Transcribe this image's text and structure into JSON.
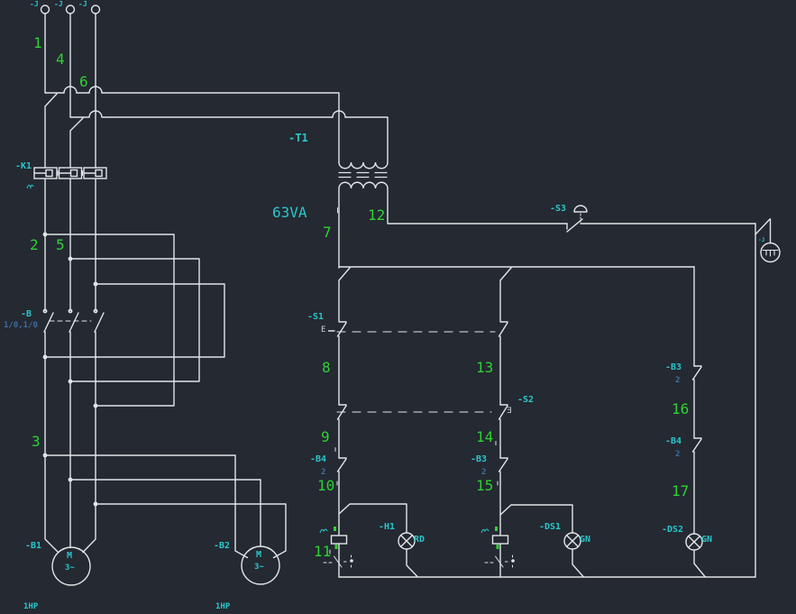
{
  "colors": {
    "background": "#242932",
    "wire": "#e2e6e8",
    "label_green": "#2fd133",
    "label_cyan": "#2bc6c9",
    "label_blue": "#3e6d9f"
  },
  "supply": {
    "terminals": [
      "-J",
      "-J",
      "-J"
    ]
  },
  "wires": {
    "w1": "1",
    "w2": "2",
    "w3": "3",
    "w4": "4",
    "w5": "5",
    "w6": "6",
    "w7": "7",
    "w8": "8",
    "w9": "9",
    "w10": "10",
    "w11": "11",
    "w12": "12",
    "w13": "13",
    "w14": "14",
    "w15": "15",
    "w16": "16",
    "w17": "17"
  },
  "devices": {
    "k1": {
      "label": "-K1"
    },
    "b": {
      "label": "-B",
      "setting": "1/0,1/0"
    },
    "t1": {
      "label": "-T1",
      "rating": "63VA"
    },
    "s1": {
      "label": "-S1",
      "actuator": "E"
    },
    "s2": {
      "label": "-S2",
      "actuator": "Ǝ"
    },
    "s3": {
      "label": "-S3"
    },
    "b4_branch1": {
      "label": "-B4",
      "ref": "2"
    },
    "b3_branch2": {
      "label": "-B3",
      "ref": "2"
    },
    "b3_branch3": {
      "label": "-B3",
      "ref": "2"
    },
    "b4_branch3": {
      "label": "-B4",
      "ref": "2"
    },
    "h1": {
      "label": "-H1",
      "color_code": "RD"
    },
    "ds1": {
      "label": "-DS1",
      "color_code": "GN"
    },
    "ds2": {
      "label": "-DS2",
      "color_code": "GN"
    },
    "motor1": {
      "label": "-B1",
      "symbol": "M",
      "phase": "3~",
      "power": "1HP"
    },
    "motor2": {
      "label": "-B2",
      "symbol": "M",
      "phase": "3~",
      "power": "1HP"
    },
    "pe": {
      "label": "-J"
    }
  }
}
